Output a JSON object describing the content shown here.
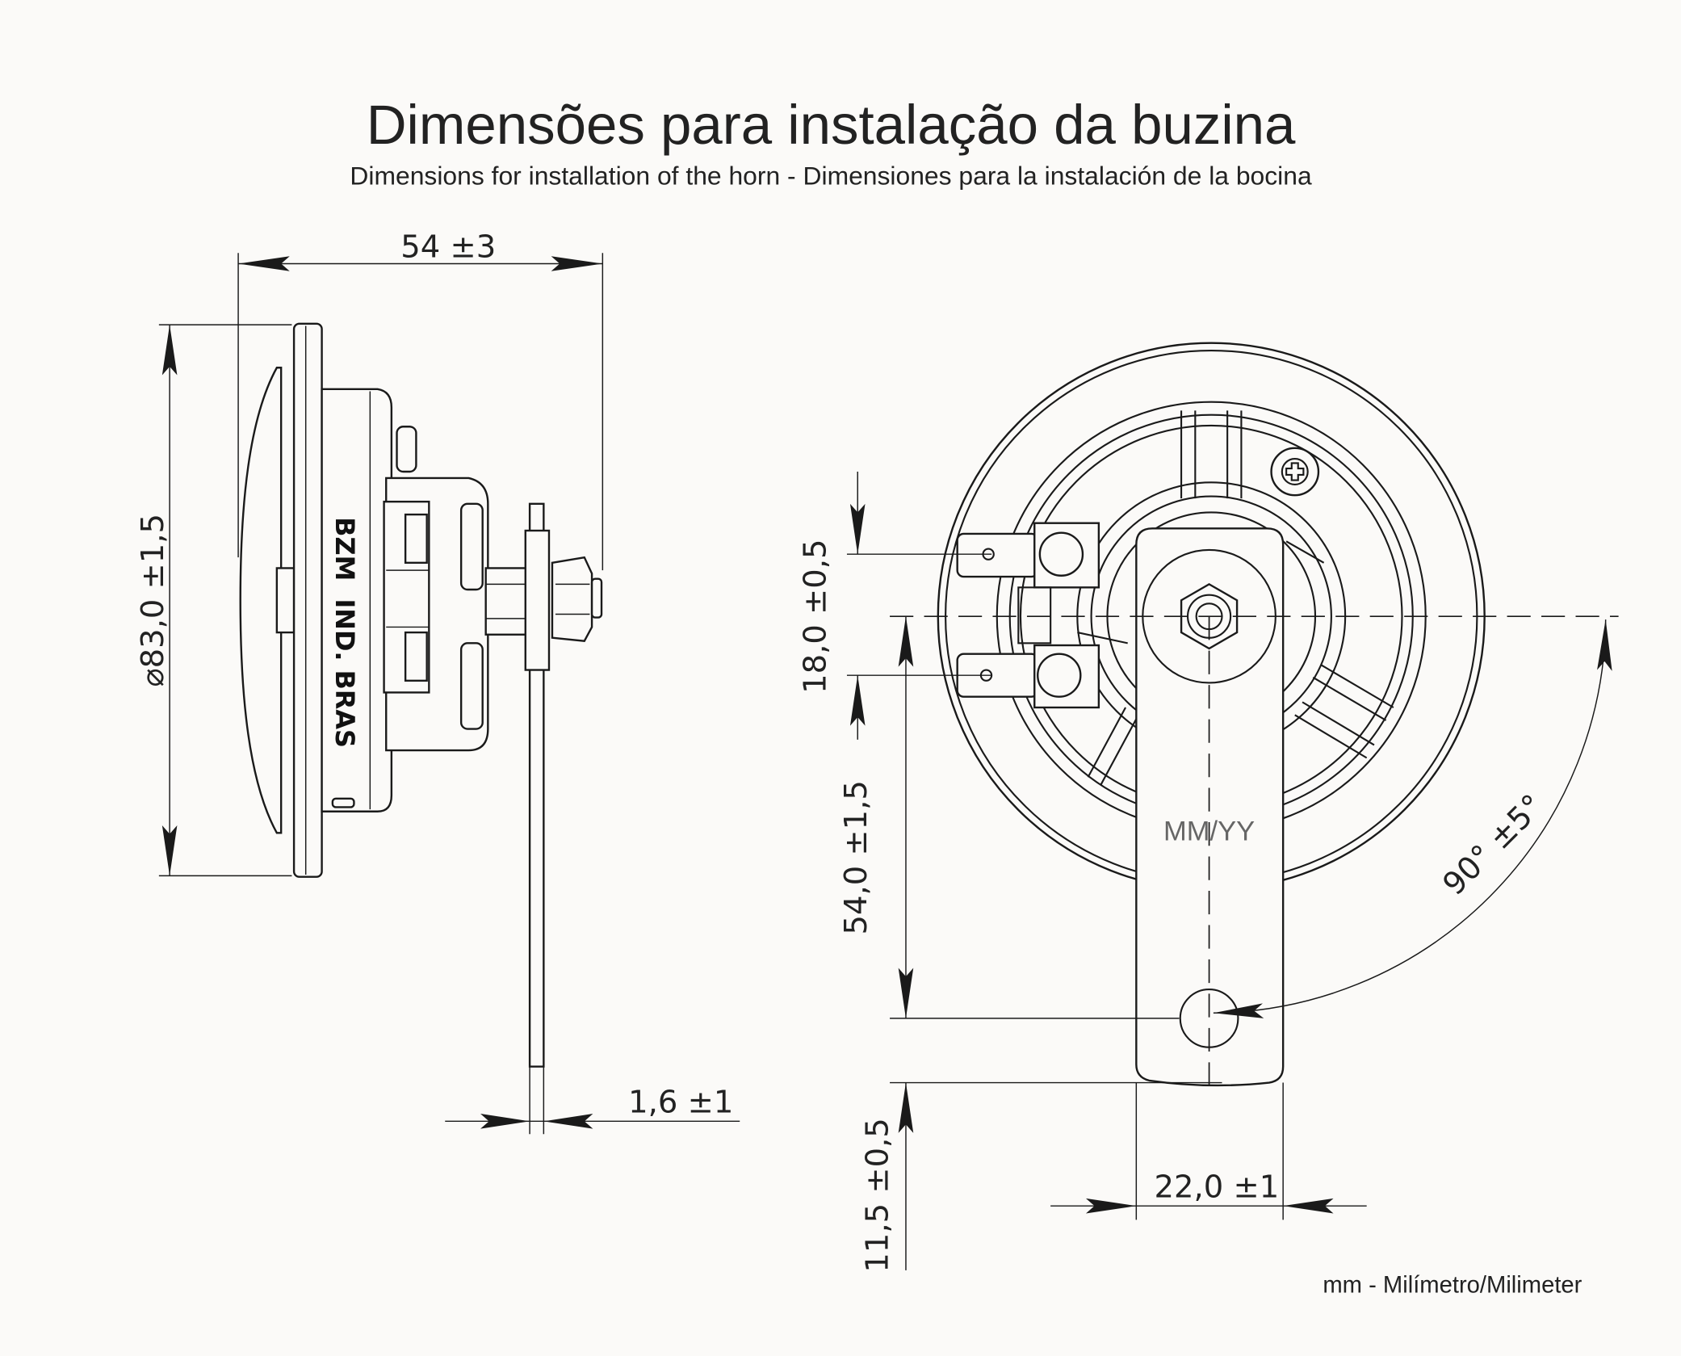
{
  "title": "Dimensões para instalação da buzina",
  "subtitle": "Dimensions for installation of the horn - Dimensiones para la instalación de la bocina",
  "side_view": {
    "length_dim": "54 ±3",
    "diameter_dim": "⌀83,0 ±1,5",
    "bracket_thickness_dim": "1,6 ±1",
    "brand_marking": "BZM  IND. BRAS"
  },
  "front_view": {
    "terminal_spacing_dim": "18,0 ±0,5",
    "hole_distance_dim": "54,0 ±1,5",
    "hole_edge_dim": "11,5 ±0,5",
    "bracket_width_dim": "22,0 ±1",
    "angle_dim": "90° ±5°",
    "date_marking": "MM/YY"
  },
  "units_note": "mm - Milímetro/Milimeter"
}
